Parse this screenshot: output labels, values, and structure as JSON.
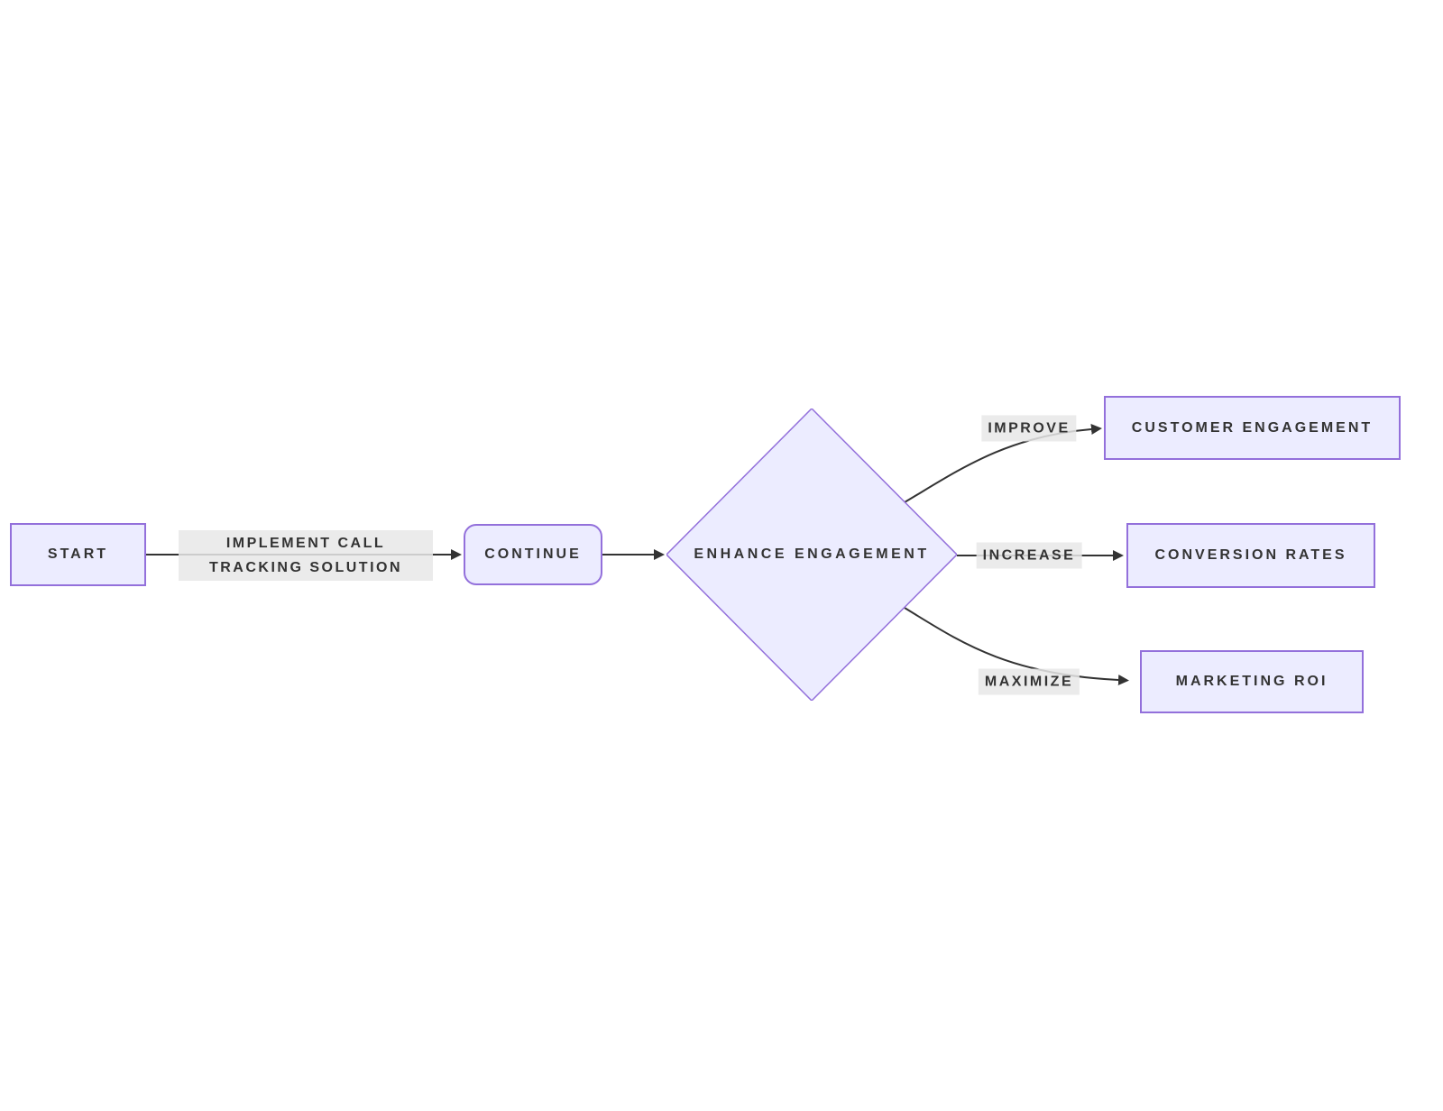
{
  "diagram": {
    "type": "flowchart",
    "direction": "left-to-right",
    "colors": {
      "background": "#ffffff",
      "node_fill": "#ECECFF",
      "node_border": "#9370DB",
      "edge_stroke": "#333333",
      "edge_label_bg": "#e8e8e8",
      "text": "#333333"
    },
    "nodes": {
      "start": {
        "label": "START",
        "shape": "rectangle"
      },
      "continue": {
        "label": "CONTINUE",
        "shape": "rounded-rectangle"
      },
      "enhance": {
        "label": "ENHANCE ENGAGEMENT",
        "shape": "diamond"
      },
      "customer": {
        "label": "CUSTOMER ENGAGEMENT",
        "shape": "rectangle"
      },
      "conversion": {
        "label": "CONVERSION RATES",
        "shape": "rectangle"
      },
      "roi": {
        "label": "MARKETING ROI",
        "shape": "rectangle"
      }
    },
    "edges": {
      "start_to_continue": {
        "from": "start",
        "to": "continue",
        "label": "IMPLEMENT CALL\nTRACKING SOLUTION"
      },
      "continue_to_enhance": {
        "from": "continue",
        "to": "enhance",
        "label": ""
      },
      "enhance_to_customer": {
        "from": "enhance",
        "to": "customer",
        "label": "IMPROVE"
      },
      "enhance_to_conversion": {
        "from": "enhance",
        "to": "conversion",
        "label": "INCREASE"
      },
      "enhance_to_roi": {
        "from": "enhance",
        "to": "roi",
        "label": "MAXIMIZE"
      }
    }
  }
}
